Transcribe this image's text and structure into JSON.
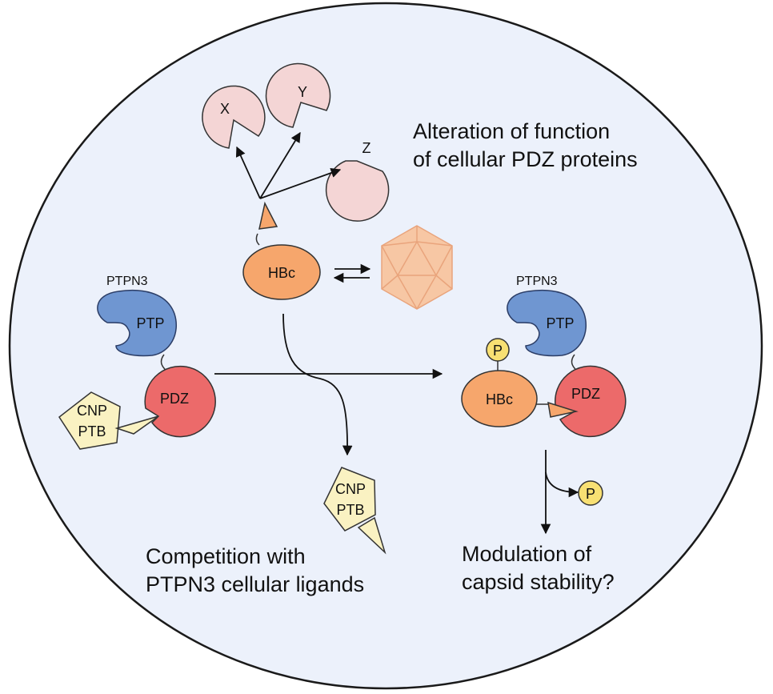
{
  "top_pdz_proteins": {
    "x_label": "X",
    "y_label": "Y",
    "z_label": "Z"
  },
  "alteration_text": {
    "line1": "Alteration of function",
    "line2": "of cellular PDZ proteins"
  },
  "hbc_center": {
    "label": "HBc"
  },
  "left_complex": {
    "ptpn3_label": "PTPN3",
    "ptp_label": "PTP",
    "pdz_label": "PDZ",
    "cnp_line1": "CNP",
    "cnp_line2": "PTB"
  },
  "right_complex": {
    "ptpn3_label": "PTPN3",
    "ptp_label": "PTP",
    "pdz_label": "PDZ",
    "hbc_label": "HBc",
    "phospho_label": "P"
  },
  "released": {
    "cnp_line1": "CNP",
    "cnp_line2": "PTB",
    "phospho_label": "P"
  },
  "competition_text": {
    "line1": "Competition with",
    "line2": "PTPN3 cellular ligands"
  },
  "modulation_text": {
    "line1": "Modulation of",
    "line2": "capsid stability?"
  },
  "colors": {
    "cell_fill": "#ECF1FB",
    "pdz_protein_fill": "#F4D5D5",
    "hbc_fill": "#F6A66C",
    "capsid_fill": "#F7C7A4",
    "ptp_fill": "#6F96D1",
    "pdz_fill": "#EC6A6A",
    "cnp_fill": "#FAF2C2",
    "phospho_fill": "#F8E073"
  }
}
